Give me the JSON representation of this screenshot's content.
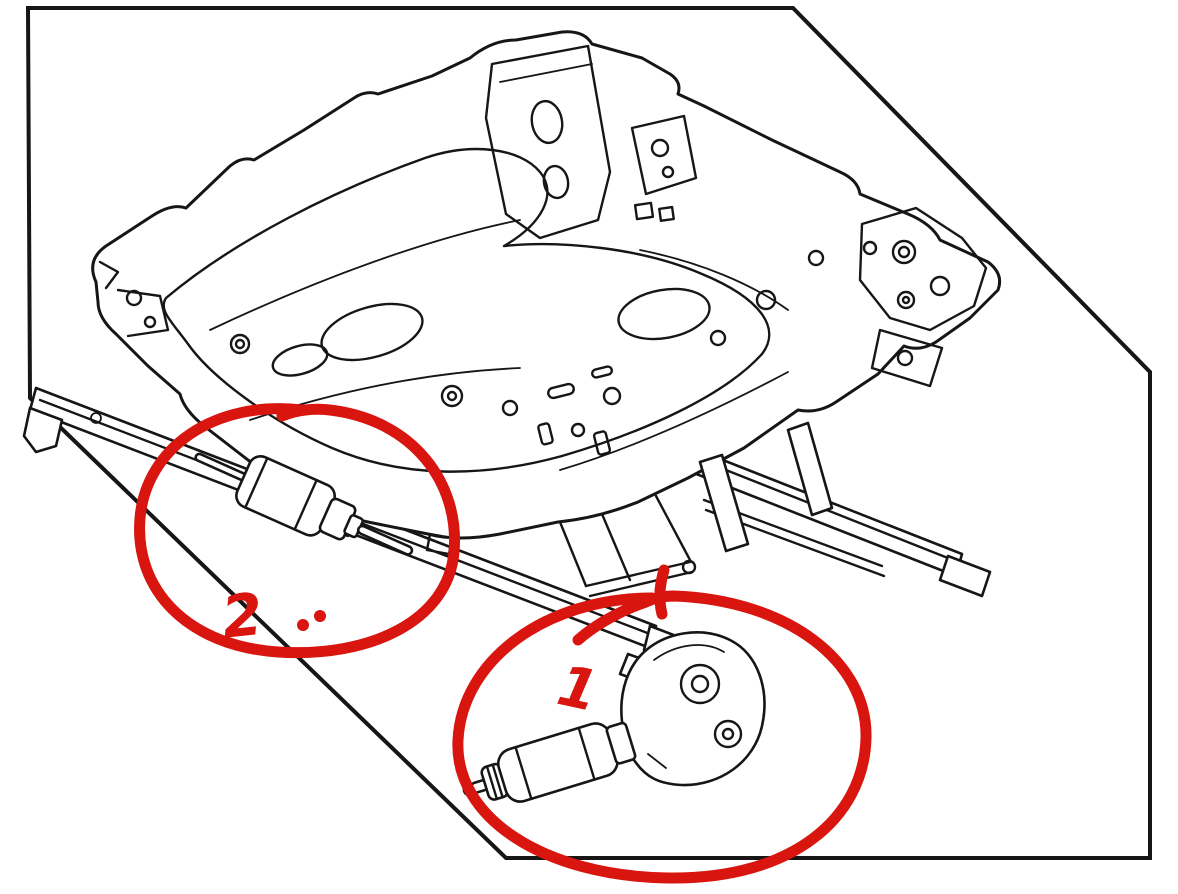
{
  "diagram": {
    "background_color": "#ffffff",
    "ink_color": "#161616",
    "annotation_color": "#d8150f",
    "annotations": [
      {
        "id": "part-1",
        "label": "1"
      },
      {
        "id": "part-2",
        "label": "2"
      }
    ]
  }
}
